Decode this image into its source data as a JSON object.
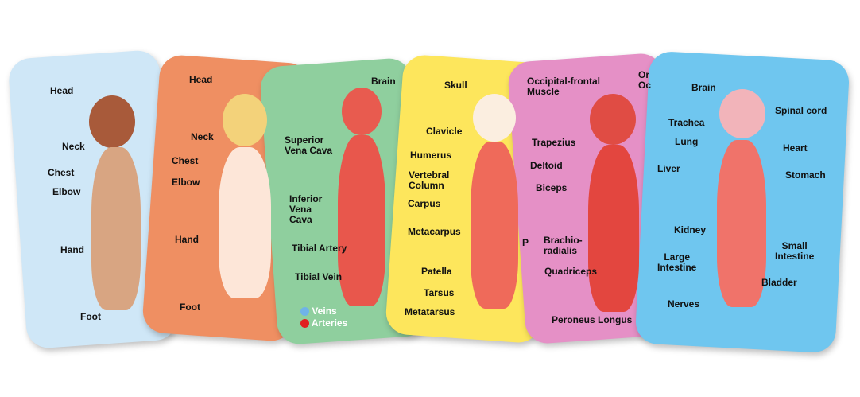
{
  "cards": [
    {
      "name": "body-parts-girl",
      "color": "#cfe7f7",
      "labels": [
        "Head",
        "Neck",
        "Chest",
        "Elbow",
        "Hand",
        "Foot"
      ]
    },
    {
      "name": "body-parts-boy",
      "color": "#ef8f62",
      "labels": [
        "Head",
        "Neck",
        "Chest",
        "Elbow",
        "Hand",
        "Foot"
      ]
    },
    {
      "name": "circulatory",
      "color": "#8fcf9e",
      "labels": [
        "Brain",
        "Superior\nVena Cava",
        "Inferior\nVena\nCava",
        "Tibial Artery",
        "Tibial Vein"
      ],
      "legend": [
        "Veins",
        "Arteries"
      ],
      "legend_colors": [
        "#6fb3e8",
        "#e02020"
      ]
    },
    {
      "name": "skeleton",
      "color": "#fde65c",
      "labels": [
        "Skull",
        "Clavicle",
        "Humerus",
        "Vertebral\nColumn",
        "Carpus",
        "Metacarpus",
        "Patella",
        "Tarsus",
        "Metatarsus",
        "P"
      ]
    },
    {
      "name": "muscles",
      "color": "#e590c6",
      "labels": [
        "Occipital-frontal\nMuscle",
        "Or\nOc",
        "Trapezius",
        "Deltoid",
        "Biceps",
        "Brachio-\nradialis",
        "Quadriceps",
        "Peroneus Longus"
      ]
    },
    {
      "name": "organs",
      "color": "#6fc6ef",
      "labels": [
        "Brain",
        "Spinal cord",
        "Trachea",
        "Lung",
        "Heart",
        "Liver",
        "Stomach",
        "Kidney",
        "Small\nIntestine",
        "Large\nIntestine",
        "Bladder",
        "Nerves"
      ]
    }
  ]
}
